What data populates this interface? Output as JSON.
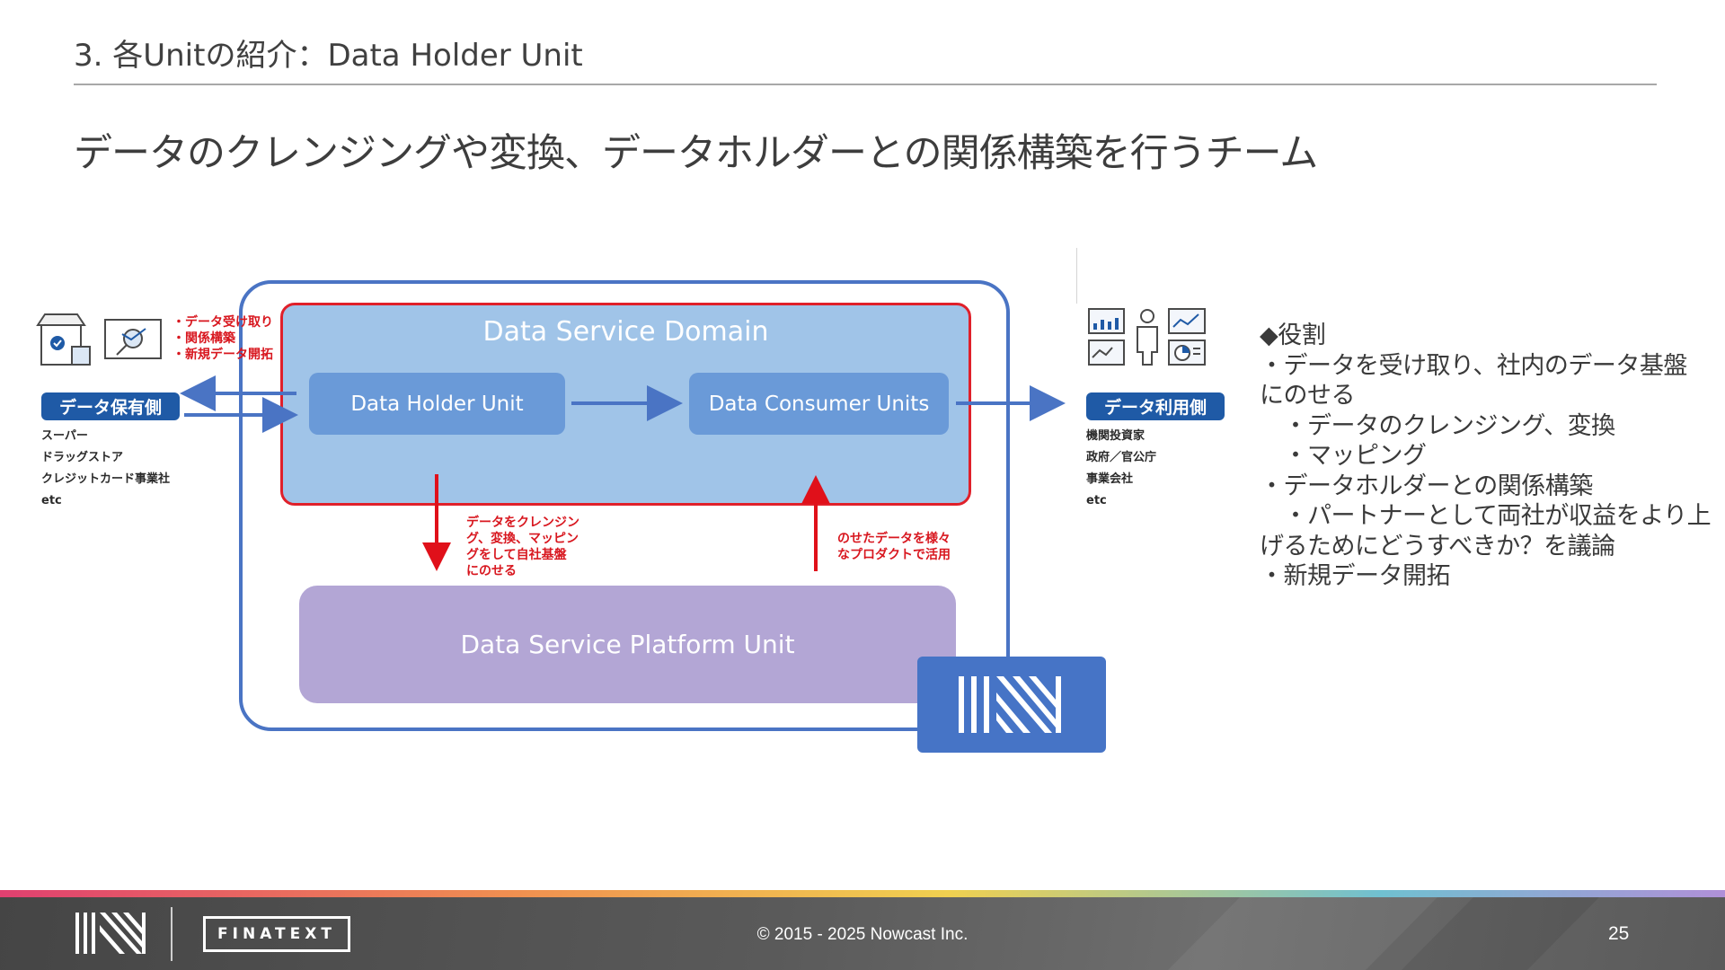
{
  "header": {
    "section_title": "3. 各Unitの紹介：Data Holder Unit",
    "headline": "データのクレンジングや変換、データホルダーとの関係構築を行うチーム"
  },
  "diagram": {
    "domain_label": "Data Service Domain",
    "holder_unit": "Data Holder Unit",
    "consumer_unit": "Data Consumer Units",
    "platform_unit": "Data Service Platform Unit",
    "holder_notes": [
      "・データ受け取り",
      "・関係構築",
      "・新規データ開拓"
    ],
    "down_note": [
      "データをクレンジン",
      "グ、変換、マッピン",
      "グをして自社基盤",
      "にのせる"
    ],
    "up_note": [
      "のせたデータを様々",
      "なプロダクトで活用"
    ],
    "holder_side": {
      "badge": "データ保有側",
      "items": [
        "スーパー",
        "ドラッグストア",
        "クレジットカード事業社",
        "etc"
      ]
    },
    "consumer_side": {
      "badge": "データ利用側",
      "items": [
        "機関投資家",
        "政府／官公庁",
        "事業会社",
        "etc"
      ]
    },
    "colors": {
      "outer_border": "#4a74c4",
      "domain_fill": "#a0c4e8",
      "domain_border": "#e0202a",
      "unit_fill": "#6a9ad8",
      "platform_fill": "#b3a6d5",
      "red_arrow": "#e0101a",
      "badge_fill": "#1f5aa6"
    },
    "icons": [
      "store-icon",
      "analytics-search-icon",
      "dashboard-report-icon",
      "person-icon",
      "line-chart-icon",
      "pie-chart-icon",
      "nowcast-logo-icon"
    ]
  },
  "role": {
    "lines": [
      "◆役割",
      "・データを受け取り、社内のデータ基盤",
      "にのせる",
      "　・データのクレンジング、変換",
      "　・マッピング",
      "・データホルダーとの関係構築",
      "　・パートナーとして両社が収益をより上",
      "げるためにどうすべきか？を議論",
      "・新規データ開拓"
    ]
  },
  "footer": {
    "finatext_label": "FINATEXT",
    "copyright": "© 2015 - 2025 Nowcast Inc.",
    "page_number": "25"
  }
}
